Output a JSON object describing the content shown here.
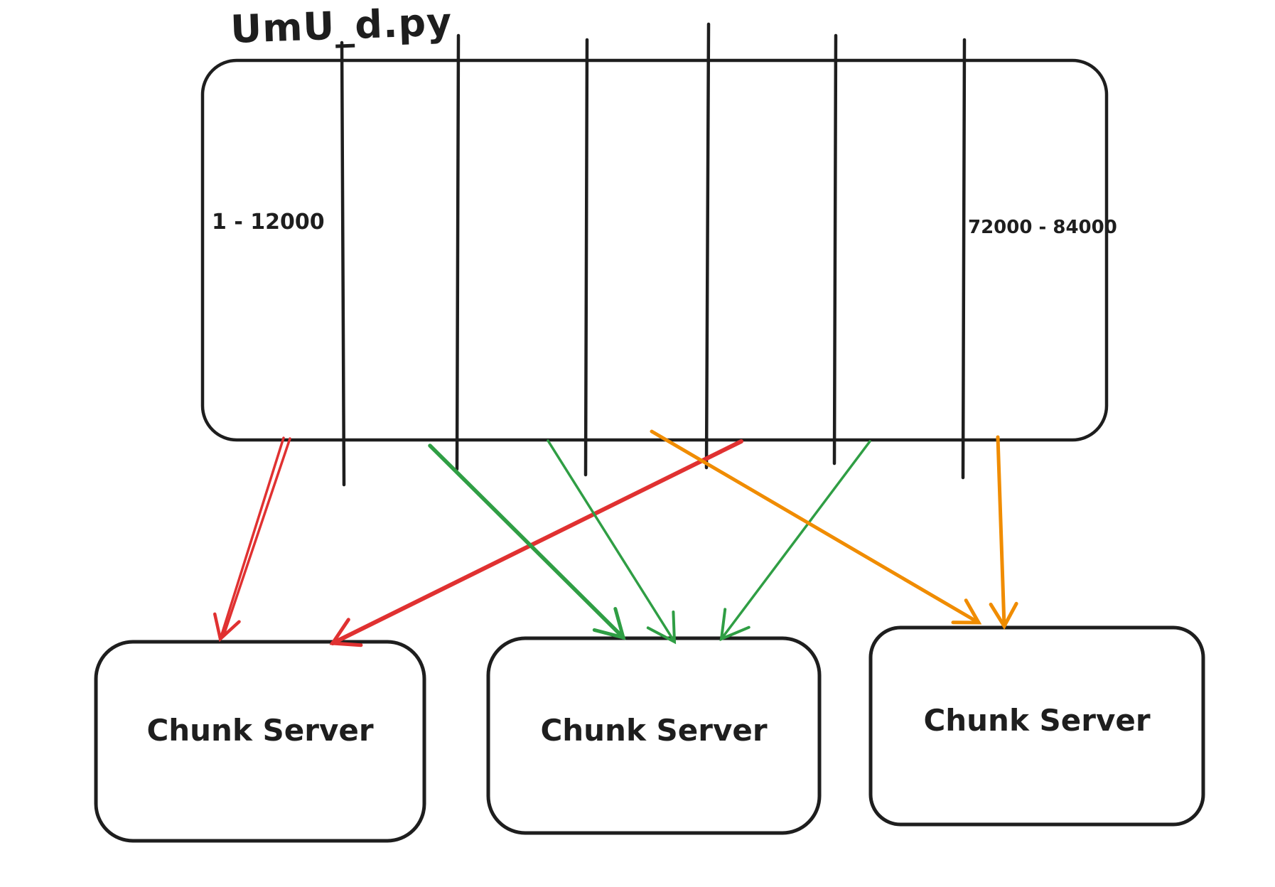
{
  "title": "UmU_d.py",
  "file": {
    "range_first": "1 - 12000",
    "range_last": "72000 - 84000",
    "num_chunks": 7
  },
  "servers": [
    {
      "label": "Chunk Server"
    },
    {
      "label": "Chunk Server"
    },
    {
      "label": "Chunk Server"
    }
  ],
  "arrows": [
    {
      "color": "red",
      "from_chunk": 1,
      "to_server": 1
    },
    {
      "color": "red",
      "from_chunk": 5,
      "to_server": 1
    },
    {
      "color": "green",
      "from_chunk": 2,
      "to_server": 2
    },
    {
      "color": "green",
      "from_chunk": 3,
      "to_server": 2
    },
    {
      "color": "green",
      "from_chunk": 6,
      "to_server": 2
    },
    {
      "color": "orange",
      "from_chunk": 4,
      "to_server": 3
    },
    {
      "color": "orange",
      "from_chunk": 7,
      "to_server": 3
    }
  ],
  "colors": {
    "ink": "#1e1e1e",
    "red": "#e03131",
    "green": "#2f9e44",
    "orange": "#f08c00",
    "background": "#ffffff"
  }
}
